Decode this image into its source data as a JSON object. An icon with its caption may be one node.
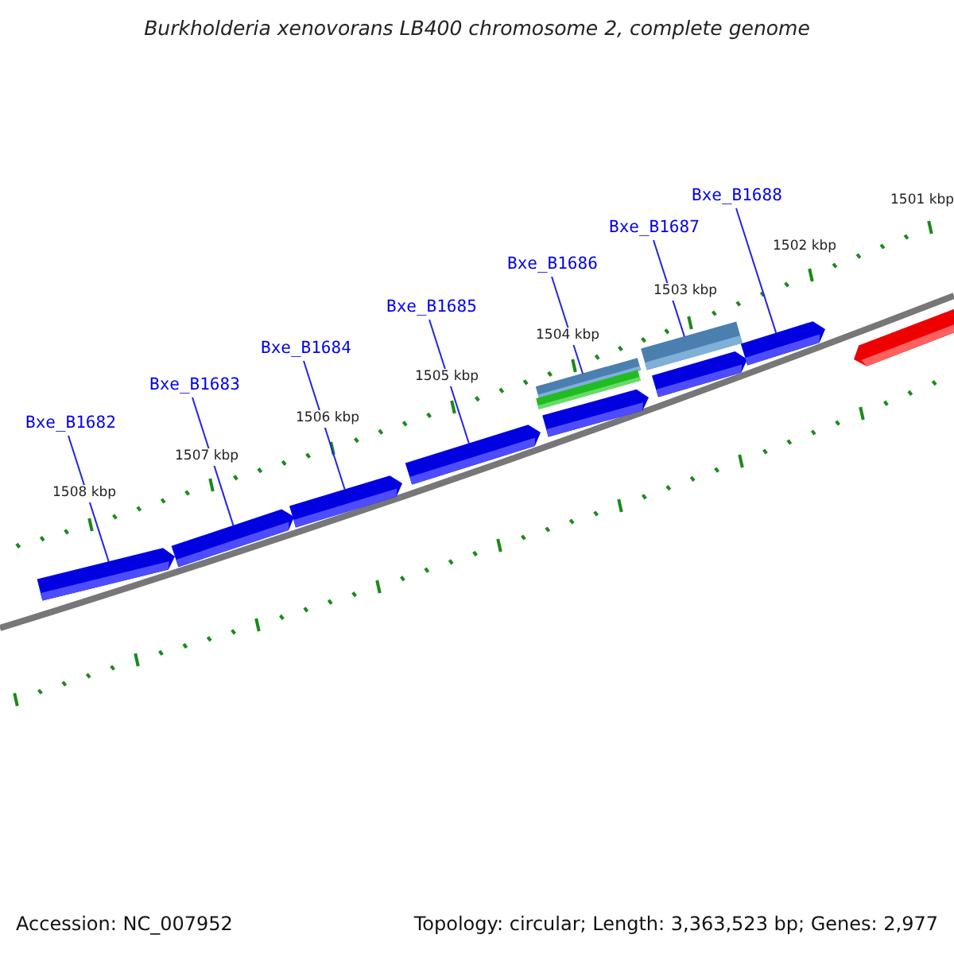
{
  "diagram": {
    "title": "Burkholderia xenovorans LB400 chromosome 2, complete genome",
    "nodes": [
      {
        "text": [
          "Bxe_B1682"
        ]
      },
      {
        "text": [
          "Bxe_B1683"
        ]
      },
      {
        "text": [
          "Bxe_B1684"
        ]
      },
      {
        "text": [
          "Bxe_B1685"
        ]
      },
      {
        "text": [
          "Bxe_B1686"
        ]
      },
      {
        "text": [
          "Bxe_B1687"
        ]
      },
      {
        "text": [
          "Bxe_B1688"
        ]
      },
      {
        "text": [],
        "shape": "bar"
      },
      {
        "text": [],
        "shape": "bar"
      },
      {
        "text": [],
        "shape": "bar"
      },
      {
        "text": [],
        "shape": "bar"
      },
      {
        "text": [],
        "shape": "bar"
      },
      {
        "text": [],
        "shape": "bar"
      },
      {
        "text": [],
        "shape": "bar"
      },
      {
        "text": [],
        "shape": "box"
      },
      {
        "text": [],
        "shape": "box"
      },
      {
        "text": [],
        "shape": "box"
      },
      {
        "text": [],
        "shape": "bar"
      }
    ],
    "edges": [
      {
        "from": 0,
        "to": 7,
        "arrow": "none"
      },
      {
        "from": 1,
        "to": 8,
        "arrow": "none"
      },
      {
        "from": 2,
        "to": 9,
        "arrow": "none"
      },
      {
        "from": 3,
        "to": 10,
        "arrow": "none"
      },
      {
        "from": 4,
        "to": 14,
        "arrow": "none"
      },
      {
        "from": 5,
        "to": 16,
        "arrow": "none"
      },
      {
        "from": 6,
        "to": 13,
        "arrow": "none"
      }
    ],
    "labels": [
      "1501 kbp",
      "1502 kbp",
      "1503 kbp",
      "1504 kbp",
      "1505 kbp",
      "1506 kbp",
      "1507 kbp",
      "1508 kbp",
      "Accession: NC_007952",
      "Topology: circular; Length: 3,363,523 bp; Genes: 2,977"
    ]
  }
}
